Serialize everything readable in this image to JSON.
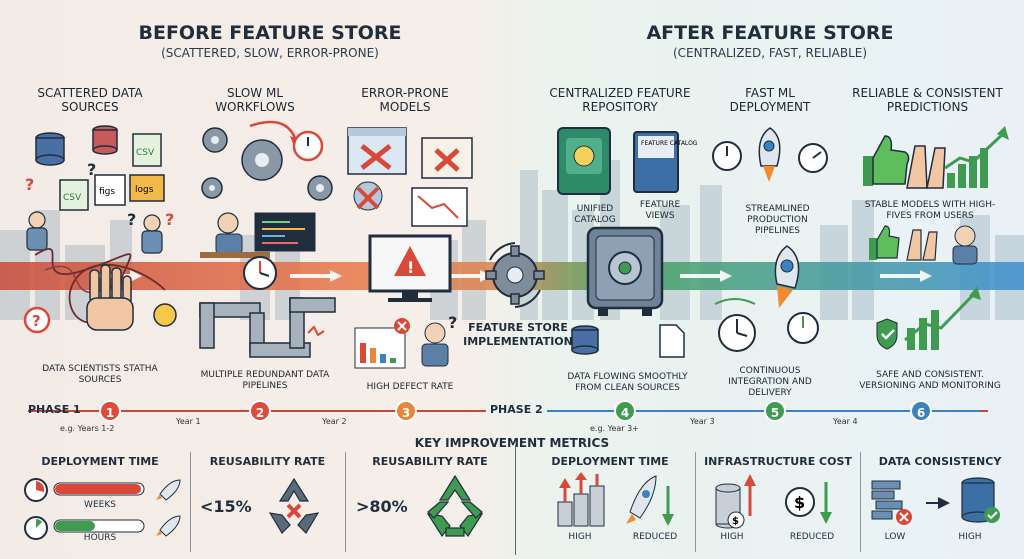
{
  "before": {
    "title": "BEFORE FEATURE STORE",
    "subtitle": "(SCATTERED, SLOW, ERROR-PRONE)",
    "columns": [
      {
        "title": "SCATTERED DATA SOURCES",
        "caption": "DATA SCIENTISTS STATHA SOURCES",
        "labels": [
          "CSV",
          "CSV",
          "figs",
          "logs"
        ]
      },
      {
        "title": "SLOW ML WORKFLOWS",
        "caption": "MULTIPLE REDUNDANT DATA PIPELINES"
      },
      {
        "title": "ERROR-PRONE MODELS",
        "caption": "HIGH DEFECT RATE"
      }
    ]
  },
  "after": {
    "title": "AFTER FEATURE STORE",
    "subtitle": "(CENTRALIZED, FAST, RELIABLE)",
    "columns": [
      {
        "title": "CENTRALIZED FEATURE REPOSITORY",
        "caption": "DATA FLOWING SMOOTHLY FROM CLEAN SOURCES",
        "labels": [
          "UNIFIED CATALOG",
          "FEATURE VIEWS",
          "FEATURE CATALOG"
        ]
      },
      {
        "title": "FAST ML DEPLOYMENT",
        "caption": "CONTINUOUS INTEGRATION AND DELIVERY",
        "sublabel": "STREAMLINED PRODUCTION PIPELINES"
      },
      {
        "title": "RELIABLE & CONSISTENT PREDICTIONS",
        "caption": "SAFE AND CONSISTENT. VERSIONING AND MONITORING",
        "sublabel": "STABLE MODELS WITH HIGH-FIVES FROM USERS"
      }
    ]
  },
  "center_label": "FEATURE STORE IMPLEMENTATION",
  "timeline": {
    "phase1": "PHASE 1",
    "phase2": "PHASE 2",
    "steps": [
      "1",
      "2",
      "3",
      "4",
      "5",
      "6"
    ],
    "ticks": [
      "e.g. Years 1-2",
      "Year 1",
      "Year 2",
      "e.g. Year 3+",
      "Year 3",
      "Year 4"
    ]
  },
  "metrics": {
    "title": "KEY IMPROVEMENT METRICS",
    "before": [
      {
        "title": "DEPLOYMENT TIME",
        "labels": [
          "WEEKS",
          "HOURS"
        ]
      },
      {
        "title": "REUSABILITY RATE",
        "value": "<15%"
      },
      {
        "title": "REUSABILITY RATE",
        "value": ">80%"
      }
    ],
    "after": [
      {
        "title": "DEPLOYMENT TIME",
        "labels": [
          "HIGH",
          "REDUCED"
        ]
      },
      {
        "title": "INFRASTRUCTURE COST",
        "labels": [
          "HIGH",
          "REDUCED"
        ]
      },
      {
        "title": "DATA CONSISTENCY",
        "labels": [
          "LOW",
          "HIGH"
        ]
      }
    ]
  },
  "colors": {
    "red": "#d9493a",
    "orange": "#e8863c",
    "green": "#3f9b4f",
    "blue": "#3b82c4",
    "dark": "#1f2d3d"
  }
}
